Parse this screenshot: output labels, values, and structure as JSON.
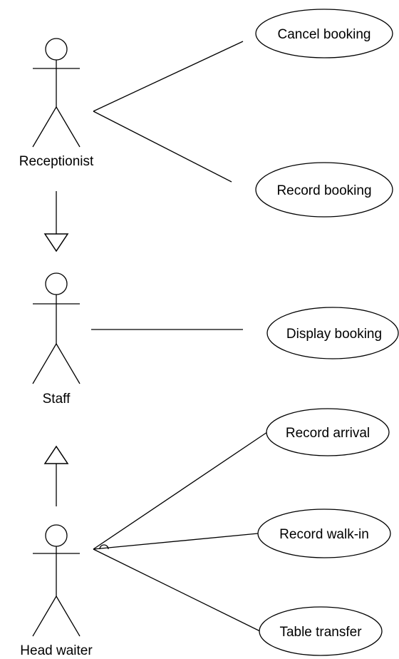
{
  "actors": {
    "receptionist": "Receptionist",
    "staff": "Staff",
    "head_waiter": "Head waiter"
  },
  "use_cases": {
    "cancel_booking": "Cancel booking",
    "record_booking": "Record booking",
    "display_booking": "Display booking",
    "record_arrival": "Record arrival",
    "record_walk_in": "Record walk-in",
    "table_transfer": "Table transfer"
  }
}
